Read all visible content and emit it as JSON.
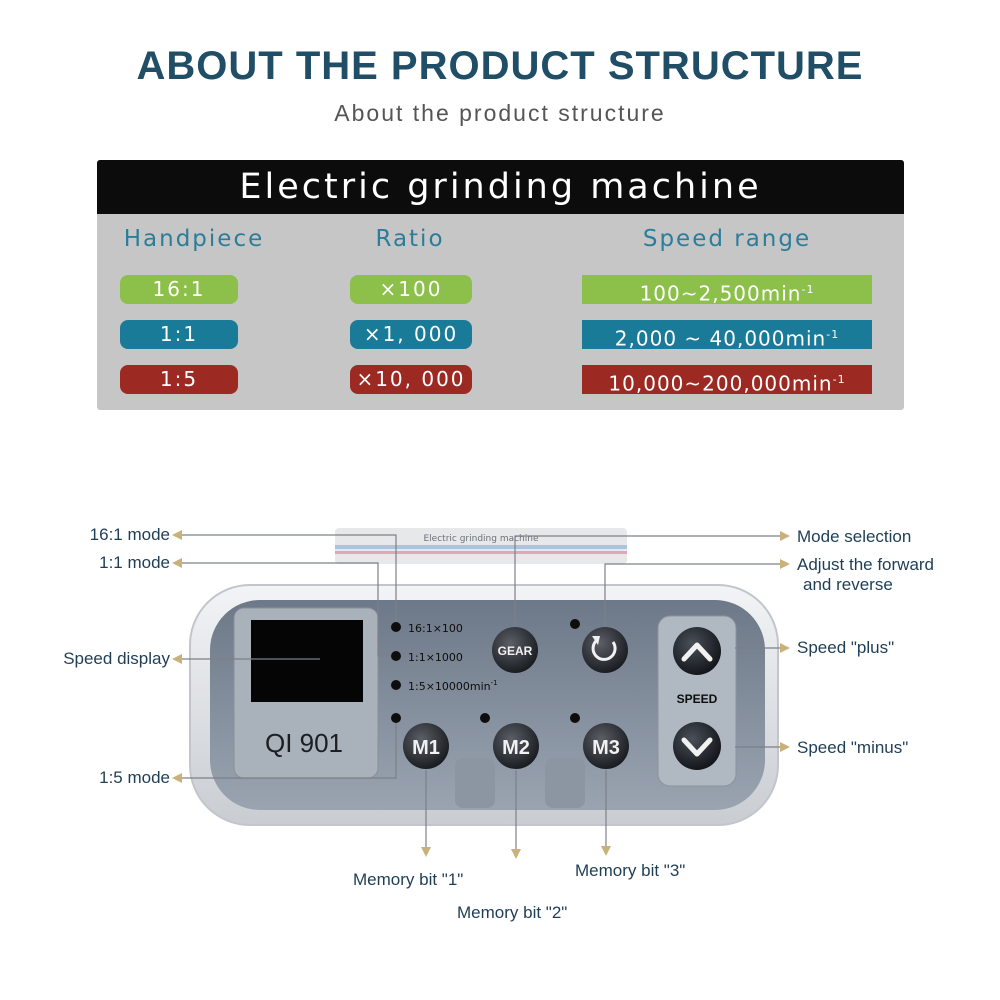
{
  "header": {
    "title": "ABOUT THE PRODUCT STRUCTURE",
    "subtitle": "About the product structure"
  },
  "table": {
    "title": "Electric grinding machine",
    "columns": [
      "Handpiece",
      "Ratio",
      "Speed range"
    ],
    "rows": [
      {
        "handpiece": "16:1",
        "ratio": "×100",
        "speed": "100~2,500min",
        "color": "#8cc04a"
      },
      {
        "handpiece": "1:1",
        "ratio": "×1, 000",
        "speed": "2,000 ~ 40,000min",
        "color": "#1a7b99"
      },
      {
        "handpiece": "1:5",
        "ratio": "×10, 000",
        "speed": "10,000~200,000min",
        "color": "#9c2a23"
      }
    ],
    "unit_exponent": "-1"
  },
  "device": {
    "model": "QI 901",
    "gear_label": "GEAR",
    "speed_label": "SPEED",
    "memory_buttons": [
      "M1",
      "M2",
      "M3"
    ],
    "indicators": [
      "16:1×100",
      "1:1×1000",
      "1:5×10000min"
    ],
    "indicator_exponent": "-1",
    "top_sticker_text": "Electric grinding machine"
  },
  "callouts": {
    "mode_16_1": "16:1 mode",
    "mode_1_1": "1:1 mode",
    "speed_display": "Speed display",
    "mode_1_5": "1:5 mode",
    "mode_selection": "Mode selection",
    "forward_reverse_1": "Adjust the forward",
    "forward_reverse_2": "and reverse",
    "speed_plus": "Speed \"plus\"",
    "speed_minus": "Speed \"minus\"",
    "memory_1": "Memory bit \"1\"",
    "memory_2": "Memory bit \"2\"",
    "memory_3": "Memory bit \"3\""
  },
  "colors": {
    "title": "#1f4e66",
    "arrow": "#c8b27a",
    "green": "#8cc04a",
    "blue": "#1a7b99",
    "red": "#9c2a23"
  }
}
